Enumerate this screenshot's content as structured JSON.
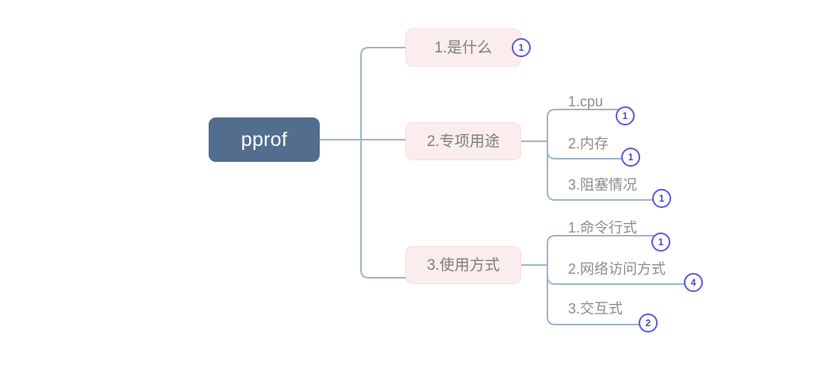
{
  "mindmap": {
    "root": {
      "label": "pprof",
      "color": "#536d8f",
      "text_color": "#ffffff"
    },
    "connector_color": "#9eb6cc",
    "branch_color": "#fbeded",
    "branch_border_color": "#f6dfdf",
    "branch_text_color": "#7e7e7e",
    "leaf_text_color": "#8d8d8d",
    "badge_color": "#5b5bd6",
    "badge_text_color": "#4a47c9",
    "branches": [
      {
        "label": "1.是什么",
        "badge": "1",
        "children": []
      },
      {
        "label": "2.专项用途",
        "children": [
          {
            "label": "1.cpu",
            "badge": "1"
          },
          {
            "label": "2.内存",
            "badge": "1"
          },
          {
            "label": "3.阻塞情况",
            "badge": "1"
          }
        ]
      },
      {
        "label": "3.使用方式",
        "children": [
          {
            "label": "1.命令行式",
            "badge": "1"
          },
          {
            "label": "2.网络访问方式",
            "badge": "4"
          },
          {
            "label": "3.交互式",
            "badge": "2"
          }
        ]
      }
    ]
  }
}
